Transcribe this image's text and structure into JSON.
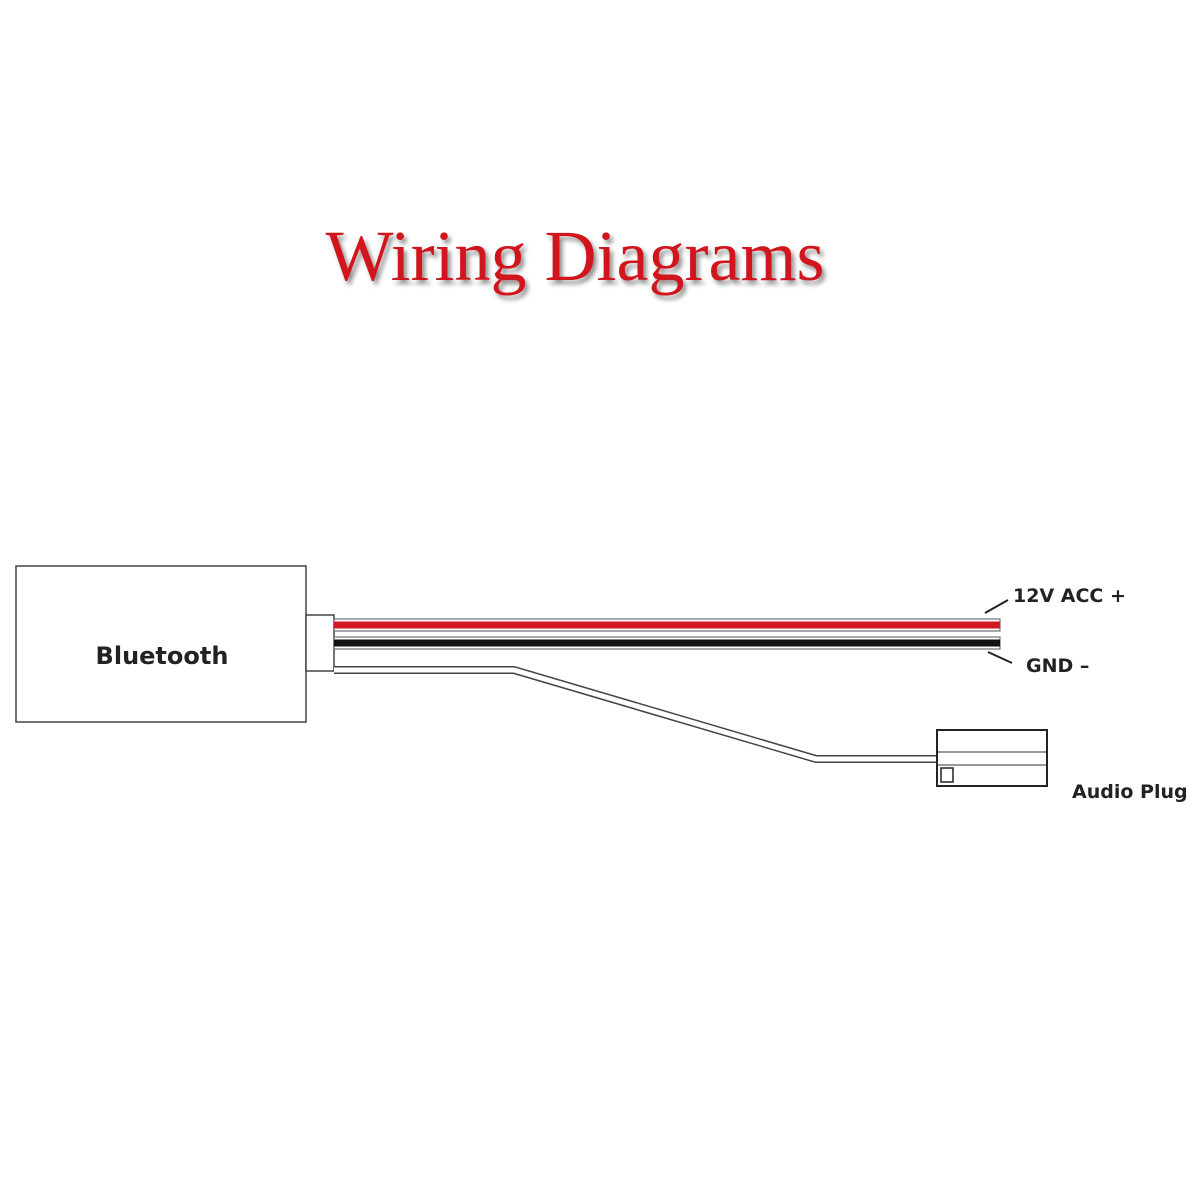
{
  "title": "Wiring Diagrams",
  "device": {
    "label": "Bluetooth"
  },
  "wires": [
    {
      "id": "power",
      "label": "12V ACC +",
      "color": "#d11a21"
    },
    {
      "id": "ground",
      "label": "GND –",
      "color": "#111111"
    },
    {
      "id": "audio",
      "label": "Audio Plug",
      "color": "#ffffff"
    }
  ],
  "colors": {
    "title": "#d0141c",
    "outline": "#333333",
    "background": "#ffffff"
  }
}
